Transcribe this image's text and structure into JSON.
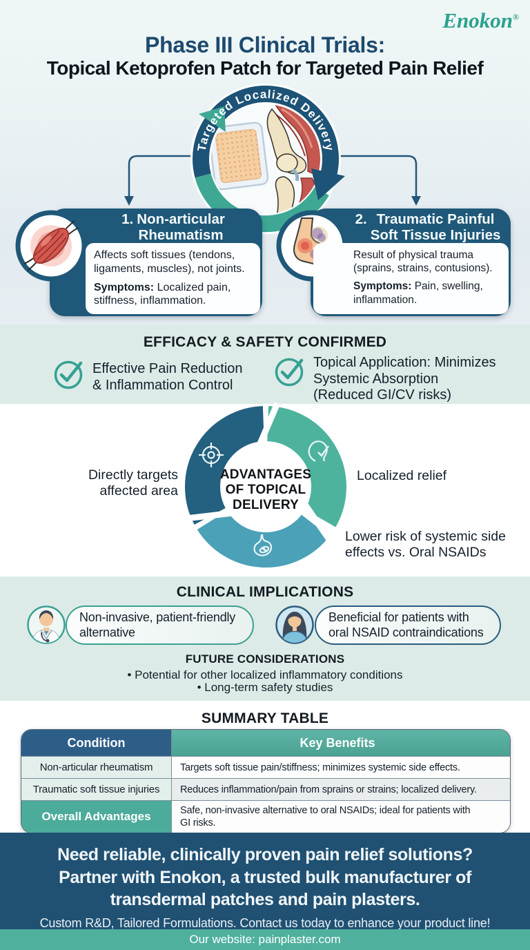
{
  "brand": {
    "name": "Enokon",
    "registered_mark": "®",
    "color": "#2aa18d"
  },
  "header": {
    "title_line1": "Phase III Clinical Trials:",
    "title_line2": "Topical Ketoprofen Patch for Targeted Pain Relief"
  },
  "hero": {
    "arc_label": "Targeted Localized Delivery"
  },
  "conditions": [
    {
      "number": "1.",
      "name_lines": [
        "Non-articular",
        "Rheumatism"
      ],
      "desc_lines": [
        "Affects soft tissues (tendons,",
        "ligaments, muscles), not joints."
      ],
      "symptoms_label": "Symptoms:",
      "symptoms": "Localized pain, stiffness, inflammation.",
      "icon": "muscle-inflammation-icon"
    },
    {
      "number": "2.",
      "name_lines": [
        "Traumatic Painful",
        "Soft Tissue Injuries"
      ],
      "desc_lines": [
        "Result of physical trauma",
        "(sprains, strains, contusions)."
      ],
      "symptoms_label": "Symptoms:",
      "symptoms": "Pain, swelling, inflammation.",
      "icon": "ankle-injury-icon"
    }
  ],
  "efficacy": {
    "title": "EFFICACY & SAFETY CONFIRMED",
    "items": [
      {
        "icon": "check-circle-icon",
        "lines": [
          "Effective Pain Reduction",
          "& Inflammation Control"
        ]
      },
      {
        "icon": "check-circle-icon",
        "lines": [
          "Topical Application: Minimizes",
          "Systemic Absorption",
          "(Reduced GI/CV risks)"
        ]
      }
    ]
  },
  "advantages": {
    "center_lines": [
      "ADVANTAGES",
      "OF TOPICAL",
      "DELIVERY"
    ],
    "items": [
      {
        "icon": "target-icon",
        "segment_color": "#24607f",
        "lines": [
          "Directly targets",
          "affected area"
        ]
      },
      {
        "icon": "head-check-icon",
        "segment_color": "#4db39d",
        "lines": [
          "Localized relief"
        ]
      },
      {
        "icon": "stomach-icon",
        "segment_color": "#4aa1b8",
        "lines": [
          "Lower risk of systemic side",
          "effects vs. Oral NSAIDs"
        ]
      }
    ]
  },
  "clinical": {
    "title": "CLINICAL IMPLICATIONS",
    "items": [
      {
        "icon": "doctor-avatar",
        "lines": [
          "Non-invasive, patient-friendly",
          "alternative"
        ]
      },
      {
        "icon": "patient-avatar",
        "lines": [
          "Beneficial for patients with",
          "oral NSAID contraindications"
        ]
      }
    ]
  },
  "future": {
    "title": "FUTURE CONSIDERATIONS",
    "bullets": [
      "• Potential for other localized inflammatory conditions",
      "• Long-term safety studies"
    ]
  },
  "summary": {
    "title": "SUMMARY TABLE",
    "columns": [
      "Condition",
      "Key Benefits"
    ],
    "rows": [
      {
        "condition": "Non-articular rheumatism",
        "benefit_lines": [
          "Targets soft tissue pain/stiffness; minimizes systemic side effects."
        ]
      },
      {
        "condition": "Traumatic soft tissue injuries",
        "benefit_lines": [
          "Reduces inflammation/pain from sprains or strains; localized delivery."
        ]
      },
      {
        "condition": "Overall Advantages",
        "benefit_lines": [
          "Safe, non-invasive alternative to oral NSAIDs; ideal for patients with",
          "GI risks."
        ]
      }
    ]
  },
  "cta": {
    "heading_lines": [
      "Need reliable, clinically proven pain relief solutions?",
      "Partner with Enokon, a trusted bulk manufacturer of",
      "transdermal patches and pain plasters."
    ],
    "subtext": "Custom R&D, Tailored Formulations. Contact us today to enhance your product line!"
  },
  "footer": {
    "text": "Our website: painplaster.com"
  },
  "colors": {
    "navy": "#1f5878",
    "teal_arrow": "#3fa895",
    "mint_bg": "#dcebe7",
    "ring_dark_blue": "#24607f",
    "ring_teal": "#4db39d",
    "ring_light_blue": "#4aa1b8",
    "cta_bg": "#205173",
    "footer_bg": "#4fb09d",
    "logo_teal": "#2aa18d"
  }
}
